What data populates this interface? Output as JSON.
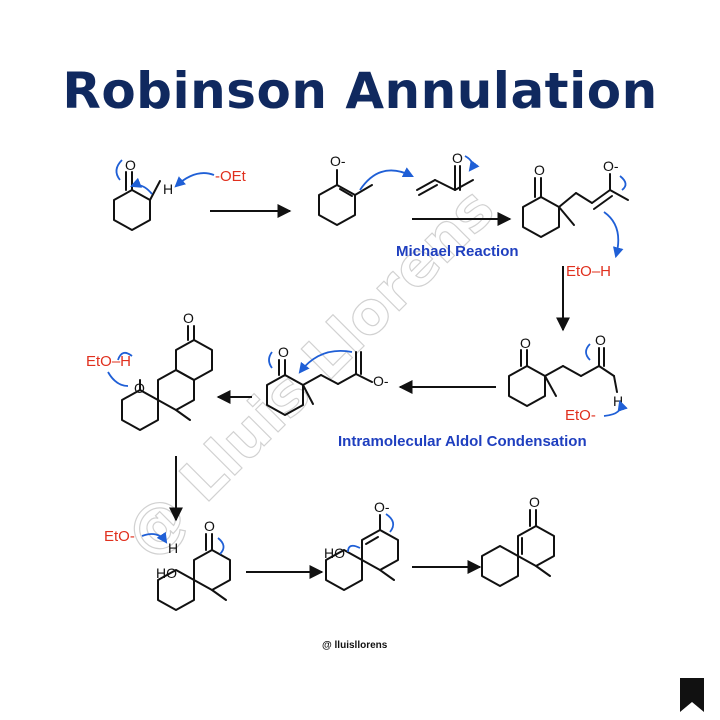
{
  "title": "Robinson Annulation",
  "labels": {
    "michael": "Michael Reaction",
    "aldol": "Intramolecular Aldol Condensation"
  },
  "reagents": {
    "ethoxide_1": "-OEt",
    "etoh_1": "EtO–H",
    "eto_minus_1": "EtO-",
    "etoh_2": "EtO–H",
    "eto_minus_2": "EtO-"
  },
  "atoms": {
    "O": "O",
    "H": "H",
    "O_minus": "O-",
    "HO": "HO"
  },
  "watermark": "@ Lluis Llorens",
  "handle": "@ lluisllorens",
  "colors": {
    "title": "#10295f",
    "reagent": "#e0301e",
    "arrow_curly": "#1f5fd6",
    "step_label": "#1f3fbf"
  },
  "icons": {
    "corner": "bookmark-icon"
  }
}
